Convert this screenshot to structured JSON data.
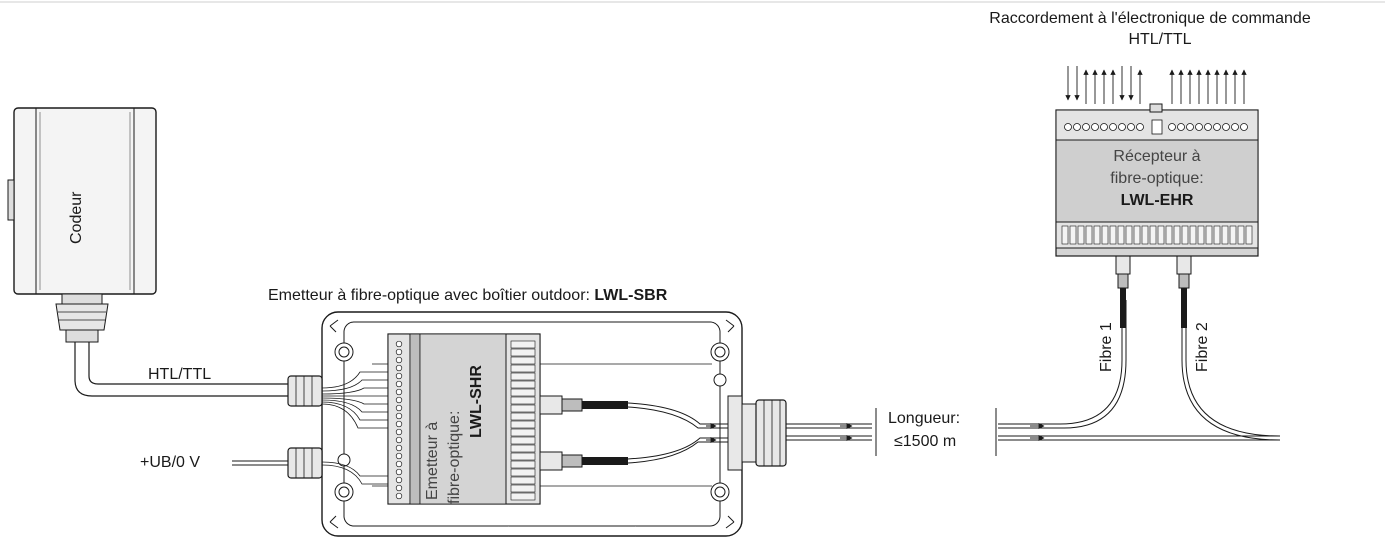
{
  "receiver_caption": {
    "line1": "Raccordement à l'électronique de commande",
    "line2": "HTL/TTL"
  },
  "receiver": {
    "line1": "Récepteur à",
    "line2": "fibre-optique:",
    "model": "LWL-EHR"
  },
  "encoder": {
    "label": "Codeur"
  },
  "transmitter_caption": {
    "text": "Emetteur à fibre-optique avec boîtier outdoor: ",
    "model": "LWL-SBR"
  },
  "transmitter": {
    "line1": "Emetteur à",
    "line2": "fibre-optique:",
    "model": "LWL-SHR"
  },
  "signal_cable": {
    "label": "HTL/TTL"
  },
  "power_cable": {
    "label": "+UB/0 V"
  },
  "length": {
    "line1": "Longueur:",
    "line2": "≤1500 m"
  },
  "fibres": {
    "fibre1": "Fibre 1",
    "fibre2": "Fibre 2"
  },
  "colors": {
    "stroke": "#1a1a1a",
    "housing_fill": "#efefef",
    "module_fill": "#cfcfcf",
    "module_dark": "#bdbdbd"
  }
}
